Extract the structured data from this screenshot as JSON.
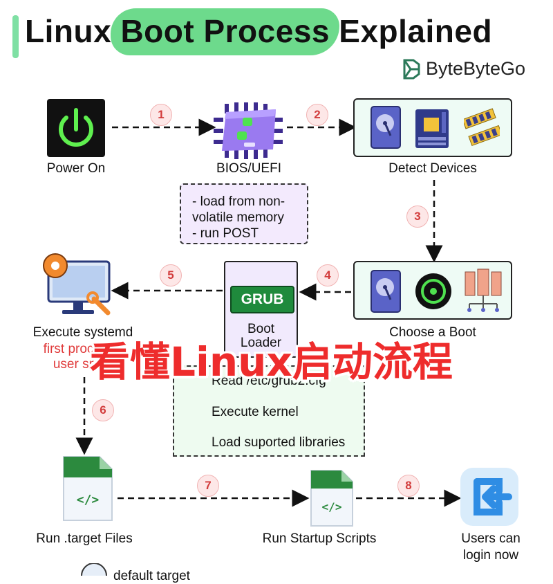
{
  "title": {
    "prefix": "Linux ",
    "highlight": "Boot Process",
    "suffix": " Explained"
  },
  "brand": {
    "name": "ByteByteGo",
    "icon": "bytebytego-logo-icon"
  },
  "nodes": {
    "power_on": "Power On",
    "bios": "BIOS/UEFI",
    "detect": "Detect Devices",
    "choose": "Choose a Boot",
    "grub_tag": "GRUB",
    "boot_loader_1": "Boot",
    "boot_loader_2": "Loader",
    "systemd": "Execute systemd",
    "systemd_sub_1": "first proc",
    "systemd_sub_2": "user sp",
    "target": "Run .target Files",
    "startup": "Run Startup Scripts",
    "users_1": "Users can",
    "users_2": "login now",
    "bottom_cut": "default target"
  },
  "bios_note": [
    "- load from non-",
    "volatile memory",
    "- run POST"
  ],
  "grub_steps": [
    "Read /etc/grub2.cfg",
    "Execute kernel",
    "Load suported libraries"
  ],
  "steps": [
    "1",
    "2",
    "3",
    "4",
    "5",
    "6",
    "7",
    "8"
  ],
  "overlay_text": "看懂Linux启动流程",
  "colors": {
    "accent": "#5dd67f",
    "step": "#d23c3c",
    "overlay": "#ee2c2c",
    "grub": "#1f8a3c"
  }
}
